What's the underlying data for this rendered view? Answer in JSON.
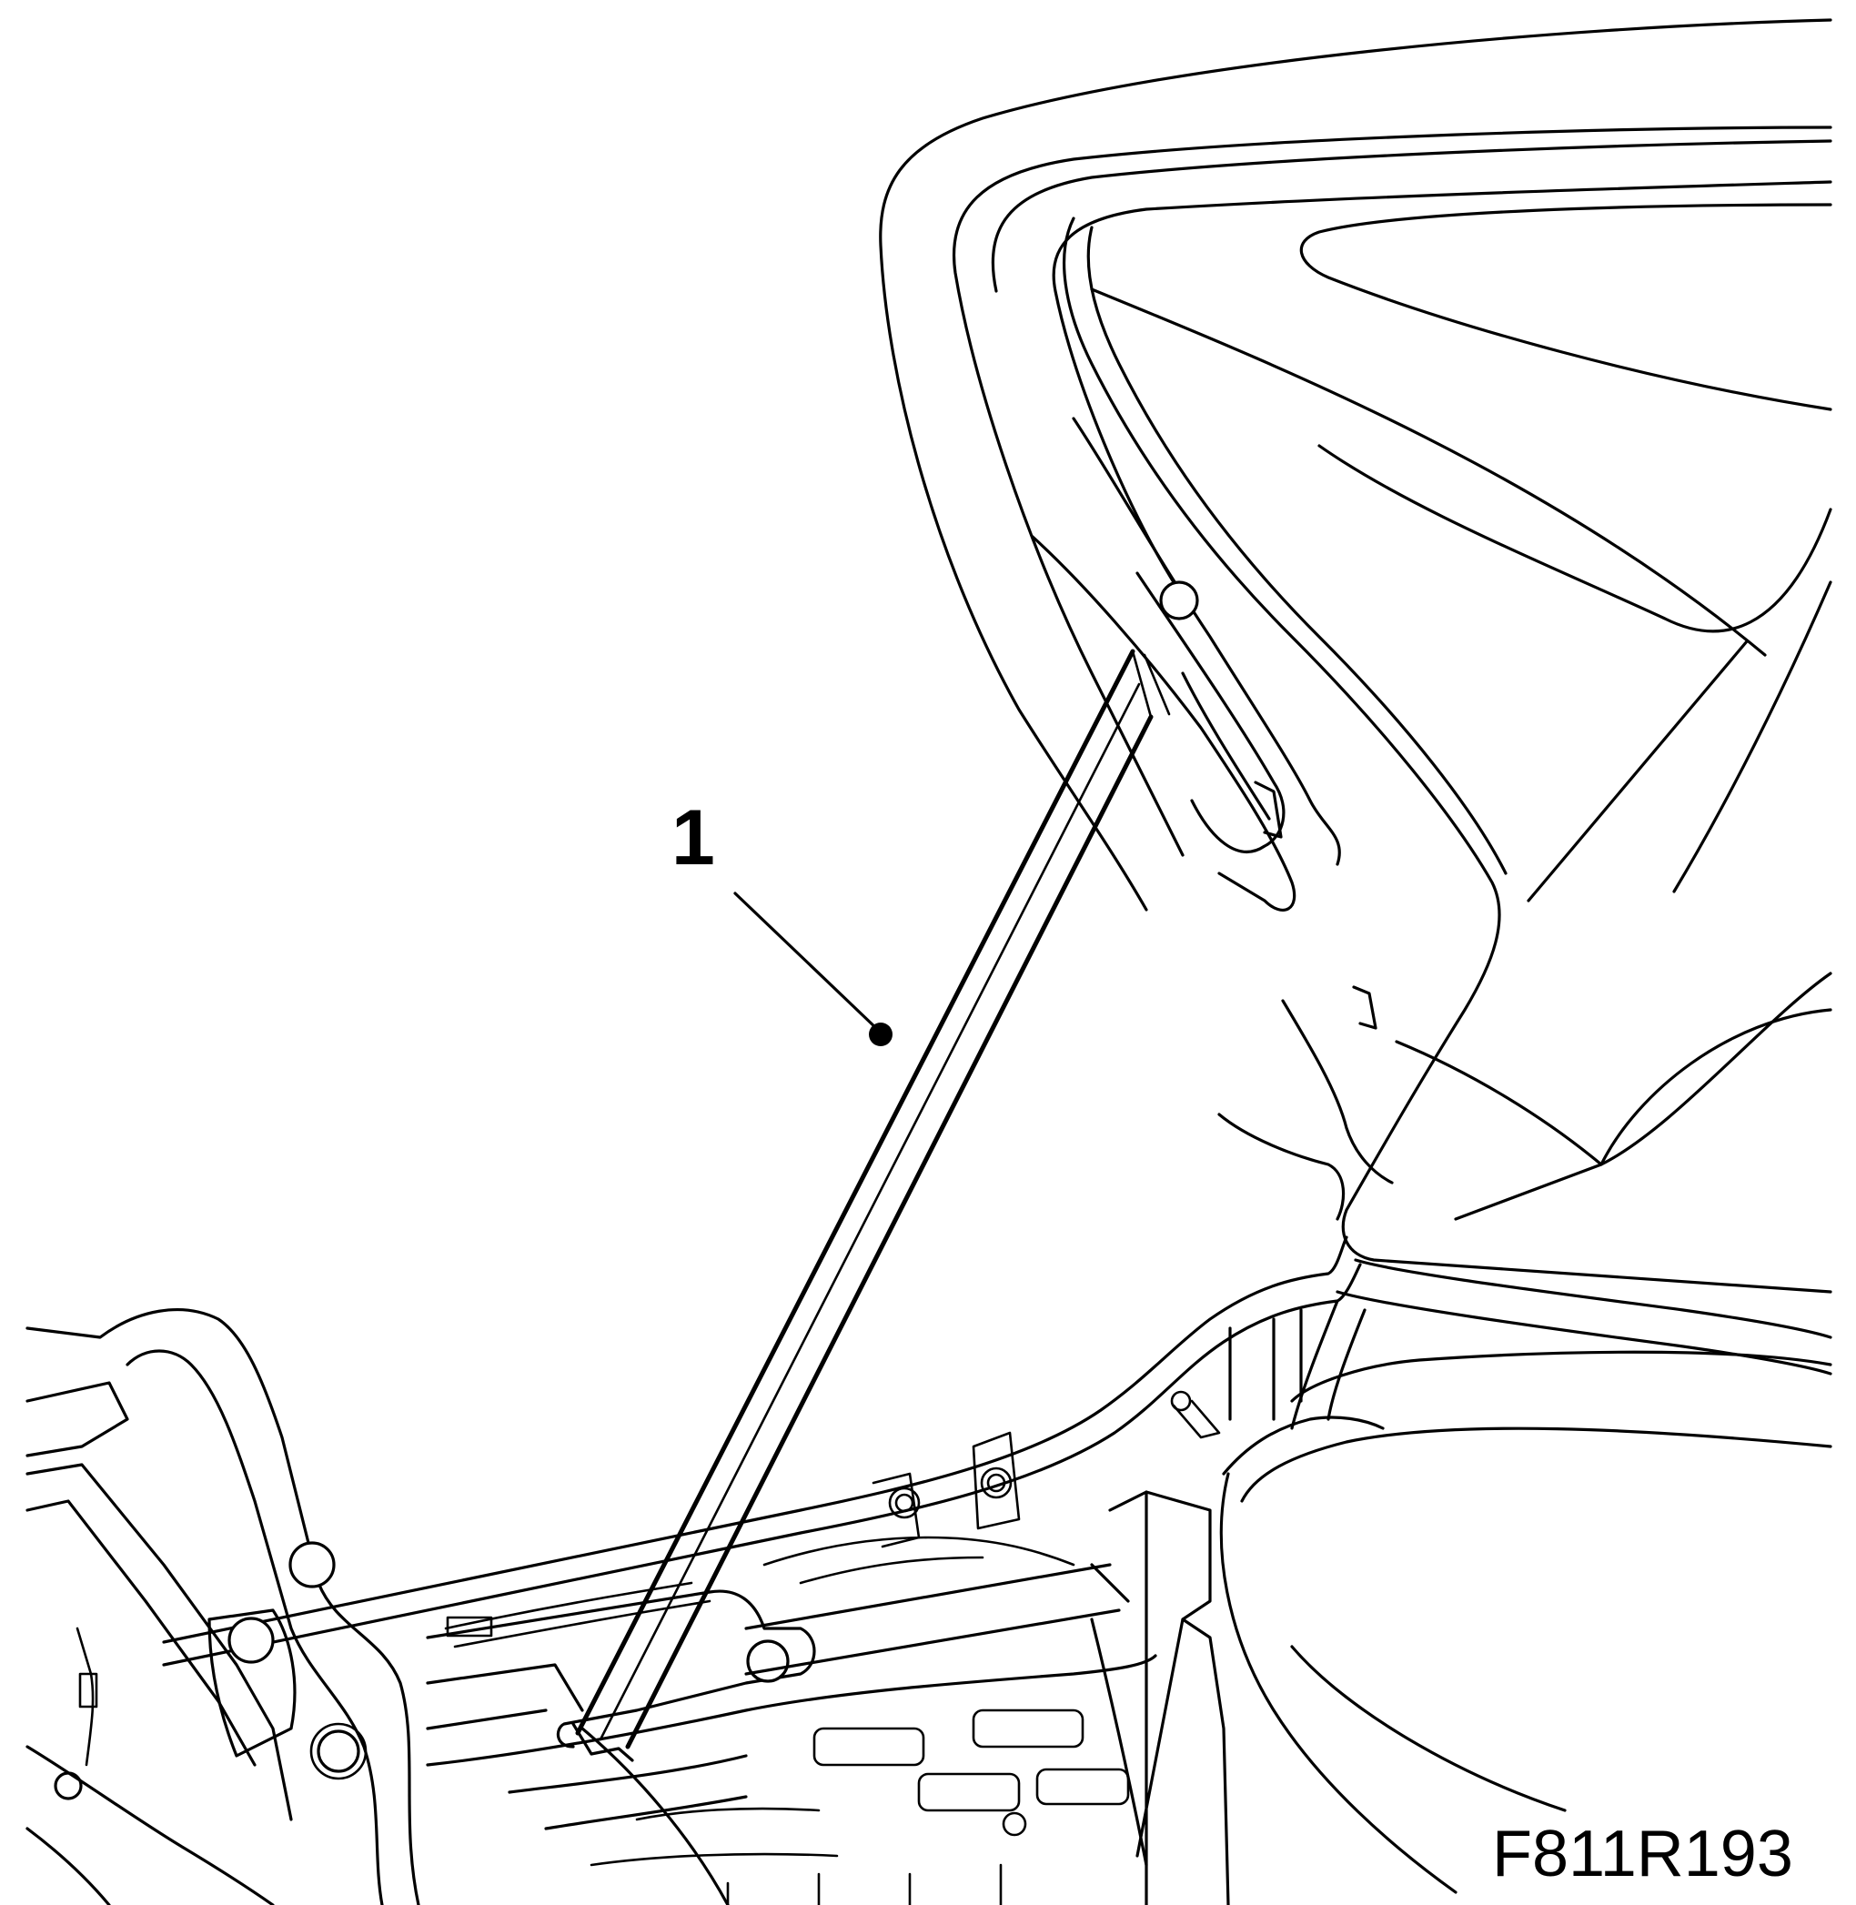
{
  "callout": {
    "number": "1",
    "part": "gas-strut"
  },
  "figure": {
    "id": "F811R193"
  }
}
